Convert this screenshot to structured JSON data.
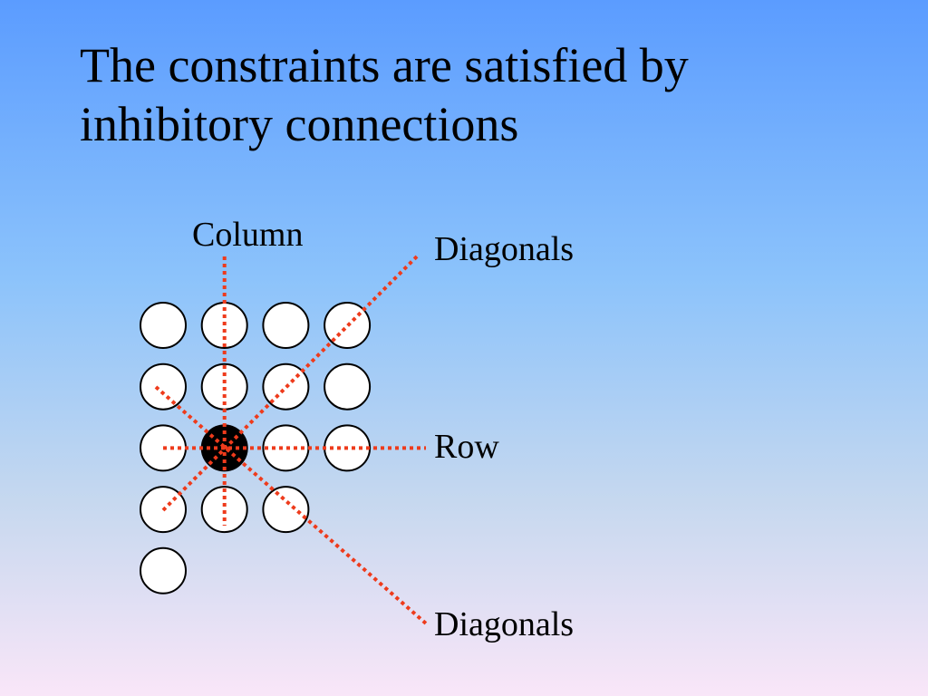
{
  "slide": {
    "title": "The constraints are satisfied by inhibitory connections"
  },
  "labels": {
    "column": "Column",
    "diagonals_top": "Diagonals",
    "row": "Row",
    "diagonals_bottom": "Diagonals"
  },
  "grid": {
    "rows": [
      {
        "row": 1,
        "filled_columns": [
          1,
          2,
          3,
          4
        ]
      },
      {
        "row": 2,
        "filled_columns": [
          1,
          2,
          3,
          4
        ]
      },
      {
        "row": 3,
        "filled_columns": [
          1,
          2,
          3,
          4
        ]
      },
      {
        "row": 4,
        "filled_columns": [
          1,
          2,
          3
        ]
      },
      {
        "row": 5,
        "filled_columns": [
          1
        ]
      }
    ],
    "active_unit": {
      "row": 3,
      "column": 2
    }
  },
  "colors": {
    "connection": "#ee3b1c",
    "unit_fill": "#ffffff",
    "unit_stroke": "#000000",
    "active_unit": "#000000"
  }
}
